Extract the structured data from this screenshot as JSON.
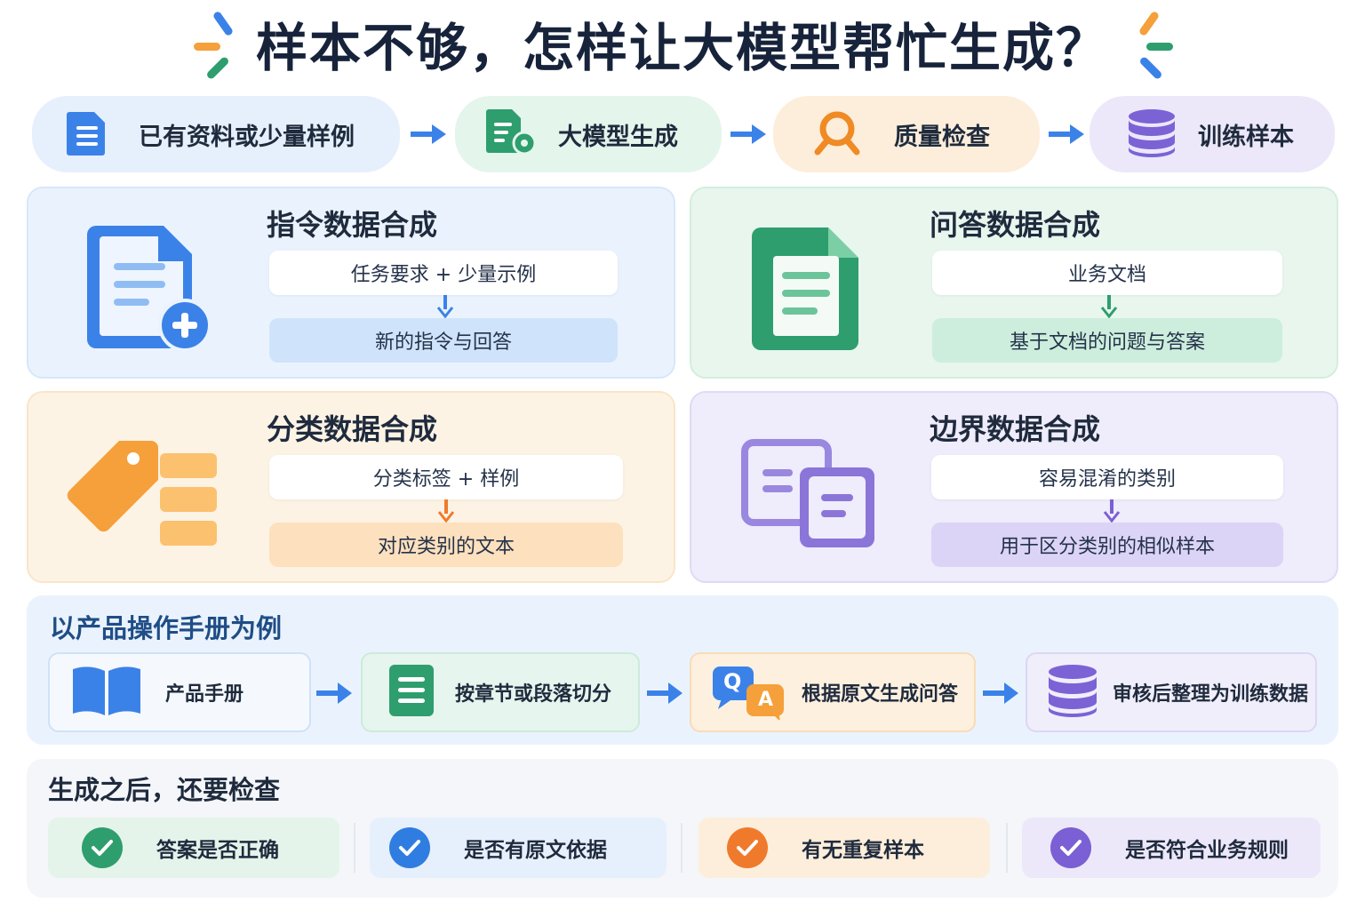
{
  "title": "样本不够，怎样让大模型帮忙生成？",
  "flow": [
    {
      "label": "已有资料或少量样例",
      "icon": "document-icon",
      "color": "#3b82e8"
    },
    {
      "label": "大模型生成",
      "icon": "document-gear-icon",
      "color": "#2e9e6e"
    },
    {
      "label": "质量检查",
      "icon": "magnifier-icon",
      "color": "#f08a24"
    },
    {
      "label": "训练样本",
      "icon": "database-icon",
      "color": "#7b63d6"
    }
  ],
  "cards": {
    "instruction": {
      "title": "指令数据合成",
      "input": "任务要求 + 少量示例",
      "output": "新的指令与回答",
      "icon": "document-plus-icon",
      "color": "#3b82e8"
    },
    "qa": {
      "title": "问答数据合成",
      "input": "业务文档",
      "output": "基于文档的问题与答案",
      "icon": "document-icon",
      "color": "#2e9e6e"
    },
    "classification": {
      "title": "分类数据合成",
      "input": "分类标签 + 样例",
      "output": "对应类别的文本",
      "icon": "tag-icon",
      "color": "#f5a03a"
    },
    "boundary": {
      "title": "边界数据合成",
      "input": "容易混淆的类别",
      "output": "用于区分类别的相似样本",
      "icon": "copy-documents-icon",
      "color": "#8b75d9"
    }
  },
  "manual": {
    "title": "以产品操作手册为例",
    "steps": [
      {
        "label": "产品手册",
        "icon": "book-icon"
      },
      {
        "label": "按章节或段落切分",
        "icon": "list-document-icon"
      },
      {
        "label": "根据原文生成问答",
        "icon": "qa-bubbles-icon",
        "q": "Q",
        "a": "A"
      },
      {
        "label": "审核后整理为训练数据",
        "icon": "database-icon"
      }
    ]
  },
  "checks": {
    "title": "生成之后，还要检查",
    "items": [
      {
        "label": "答案是否正确",
        "color": "#2e9e6e"
      },
      {
        "label": "是否有原文依据",
        "color": "#2f7de1"
      },
      {
        "label": "有无重复样本",
        "color": "#f07a2c"
      },
      {
        "label": "是否符合业务规则",
        "color": "#7b5fd4"
      }
    ]
  }
}
